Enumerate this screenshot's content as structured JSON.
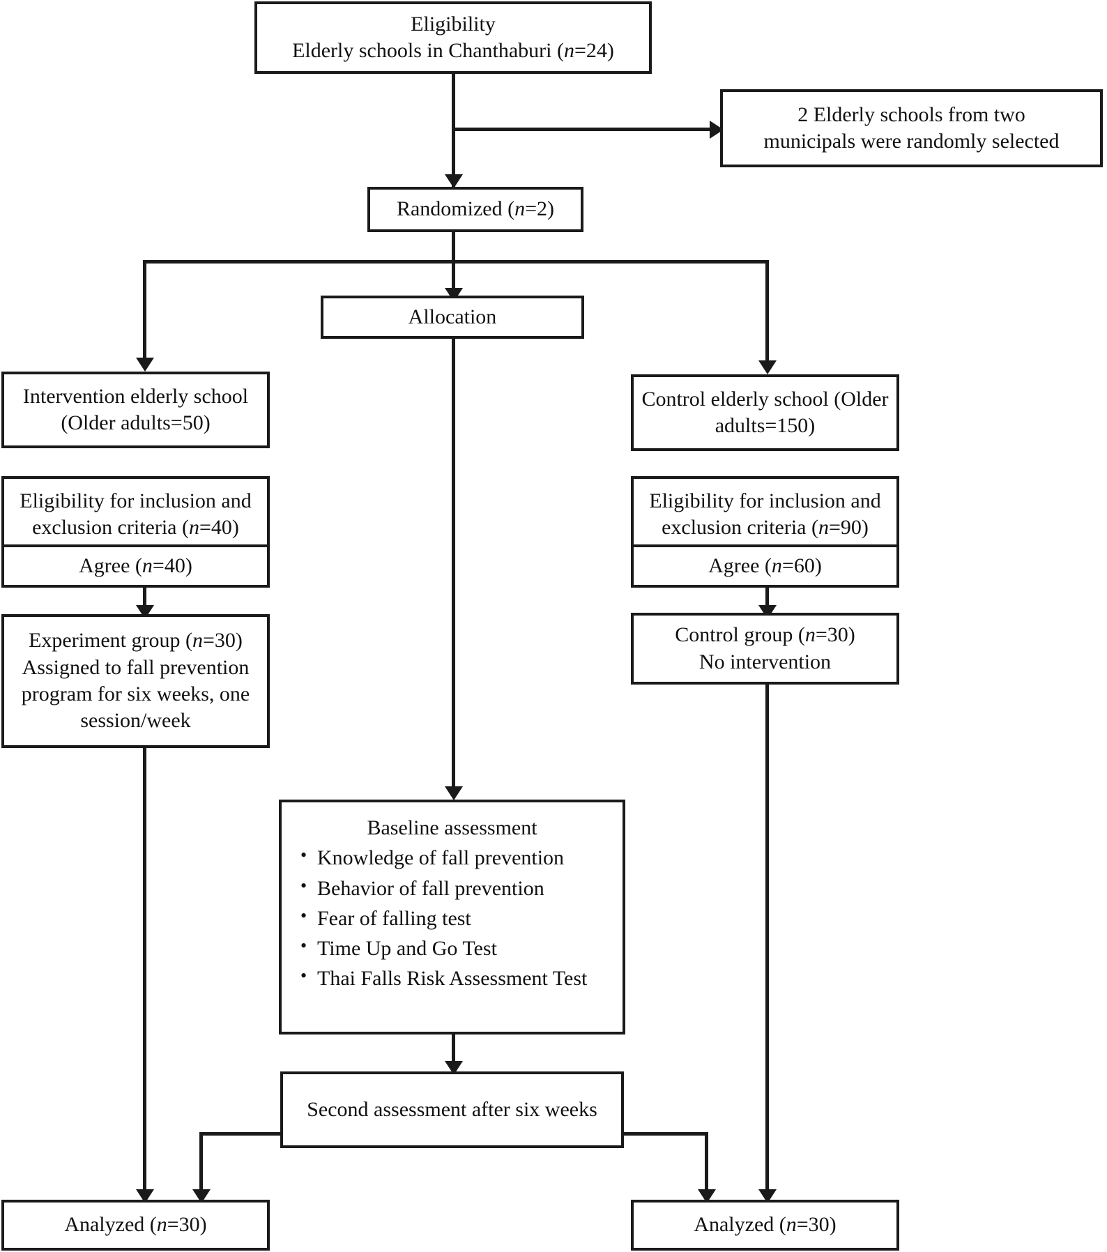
{
  "diagram": {
    "title": "CONSORT participant flow diagram",
    "nodes": {
      "eligibility": {
        "line1": "Eligibility",
        "line2_pre": "Elderly schools in Chanthaburi (",
        "line2_ital": "n",
        "line2_post": "=24)"
      },
      "random_selection": {
        "line1": "2 Elderly schools from two",
        "line2": "municipals were randomly selected"
      },
      "randomized": {
        "pre": "Randomized (",
        "ital": "n",
        "post": "=2)"
      },
      "allocation": {
        "label": "Allocation"
      },
      "intervention_school": {
        "line1": "Intervention elderly school",
        "line2": "(Older adults=50)"
      },
      "control_school": {
        "line1": "Control elderly school (Older",
        "line2": "adults=150)"
      },
      "elig_left": {
        "line1": "Eligibility for inclusion and",
        "line2_pre": "exclusion criteria (",
        "line2_ital": "n",
        "line2_post": "=40)"
      },
      "elig_right": {
        "line1": "Eligibility for inclusion and",
        "line2_pre": "exclusion criteria (",
        "line2_ital": "n",
        "line2_post": "=90)"
      },
      "agree_left": {
        "pre": "Agree (",
        "ital": "n",
        "post": "=40)"
      },
      "agree_right": {
        "pre": "Agree (",
        "ital": "n",
        "post": "=60)"
      },
      "experiment_group": {
        "line1_pre": "Experiment group (",
        "line1_ital": "n",
        "line1_post": "=30)",
        "line2": "Assigned to fall prevention",
        "line3": "program for six weeks, one",
        "line4": "session/week"
      },
      "control_group": {
        "line1_pre": "Control group (",
        "line1_ital": "n",
        "line1_post": "=30)",
        "line2": "No intervention"
      },
      "baseline": {
        "header": "Baseline assessment",
        "items": [
          "Knowledge of fall prevention",
          "Behavior of fall prevention",
          "Fear of falling test",
          "Time Up and Go Test",
          "Thai Falls Risk Assessment Test"
        ]
      },
      "second_assessment": {
        "label": "Second assessment after six weeks"
      },
      "analyzed_left": {
        "pre": "Analyzed (",
        "ital": "n",
        "post": "=30)"
      },
      "analyzed_right": {
        "pre": "Analyzed (",
        "ital": "n",
        "post": "=30)"
      }
    },
    "colors": {
      "stroke": "#1a1a1a",
      "fill": "#ffffff",
      "text": "#111111"
    }
  }
}
